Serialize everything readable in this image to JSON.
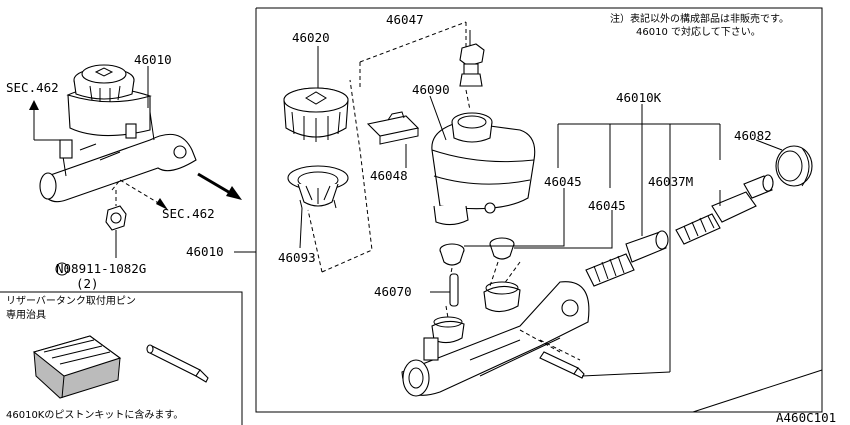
{
  "labels": {
    "p46010_main": "46010",
    "sec462_top": "SEC.462",
    "sec462_bottom": "SEC.462",
    "nut_code": "N08911-1082G",
    "nut_qty": "(2)",
    "p46010_box": "46010",
    "p46020": "46020",
    "p46047": "46047",
    "p46090": "46090",
    "p46048": "46048",
    "p46093": "46093",
    "p46070": "46070",
    "p46010K": "46010K",
    "p46045_a": "46045",
    "p46045_b": "46045",
    "p46037M": "46037M",
    "p46082": "46082",
    "drawing_code": "A460C101"
  },
  "notes": {
    "top_right_line1": "注）表記以外の構成部品は非販売です。",
    "top_right_line2": "46010 で対応して下さい。",
    "tool_line1": "リザーバータンク取付用ピン",
    "tool_line2": "専用治具",
    "kit_note": "46010Kのピストンキットに含みます。"
  }
}
